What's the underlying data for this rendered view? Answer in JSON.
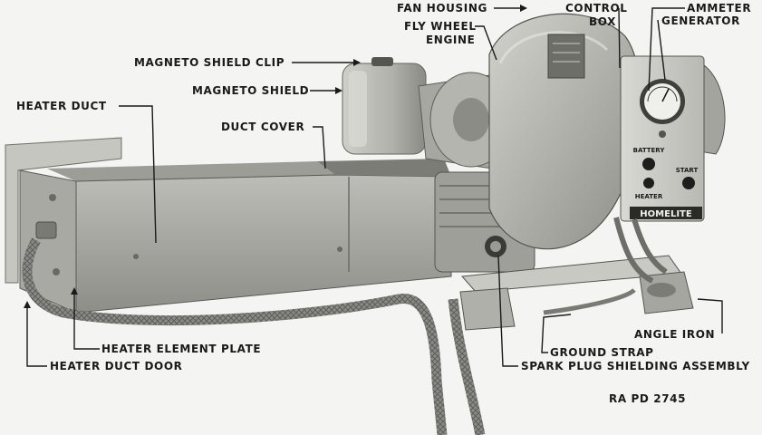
{
  "labels": {
    "fan_housing": "FAN HOUSING",
    "fly_wheel": "FLY WHEEL",
    "engine": "ENGINE",
    "control": "CONTROL",
    "box": "BOX",
    "ammeter": "AMMETER",
    "generator": "GENERATOR",
    "magneto_shield_clip": "MAGNETO SHIELD CLIP",
    "magneto_shield": "MAGNETO SHIELD",
    "heater_duct": "HEATER DUCT",
    "duct_cover": "DUCT COVER",
    "angle_iron": "ANGLE IRON",
    "heater_element_plate": "HEATER ELEMENT PLATE",
    "ground_strap": "GROUND STRAP",
    "heater_duct_door": "HEATER DUCT DOOR",
    "spark_plug_shielding_assembly": "SPARK PLUG SHIELDING ASSEMBLY"
  },
  "panel": {
    "battery": "BATTERY",
    "start": "START",
    "heater": "HEATER",
    "brand": "HOMELITE"
  },
  "figure_id": "RA PD 2745"
}
